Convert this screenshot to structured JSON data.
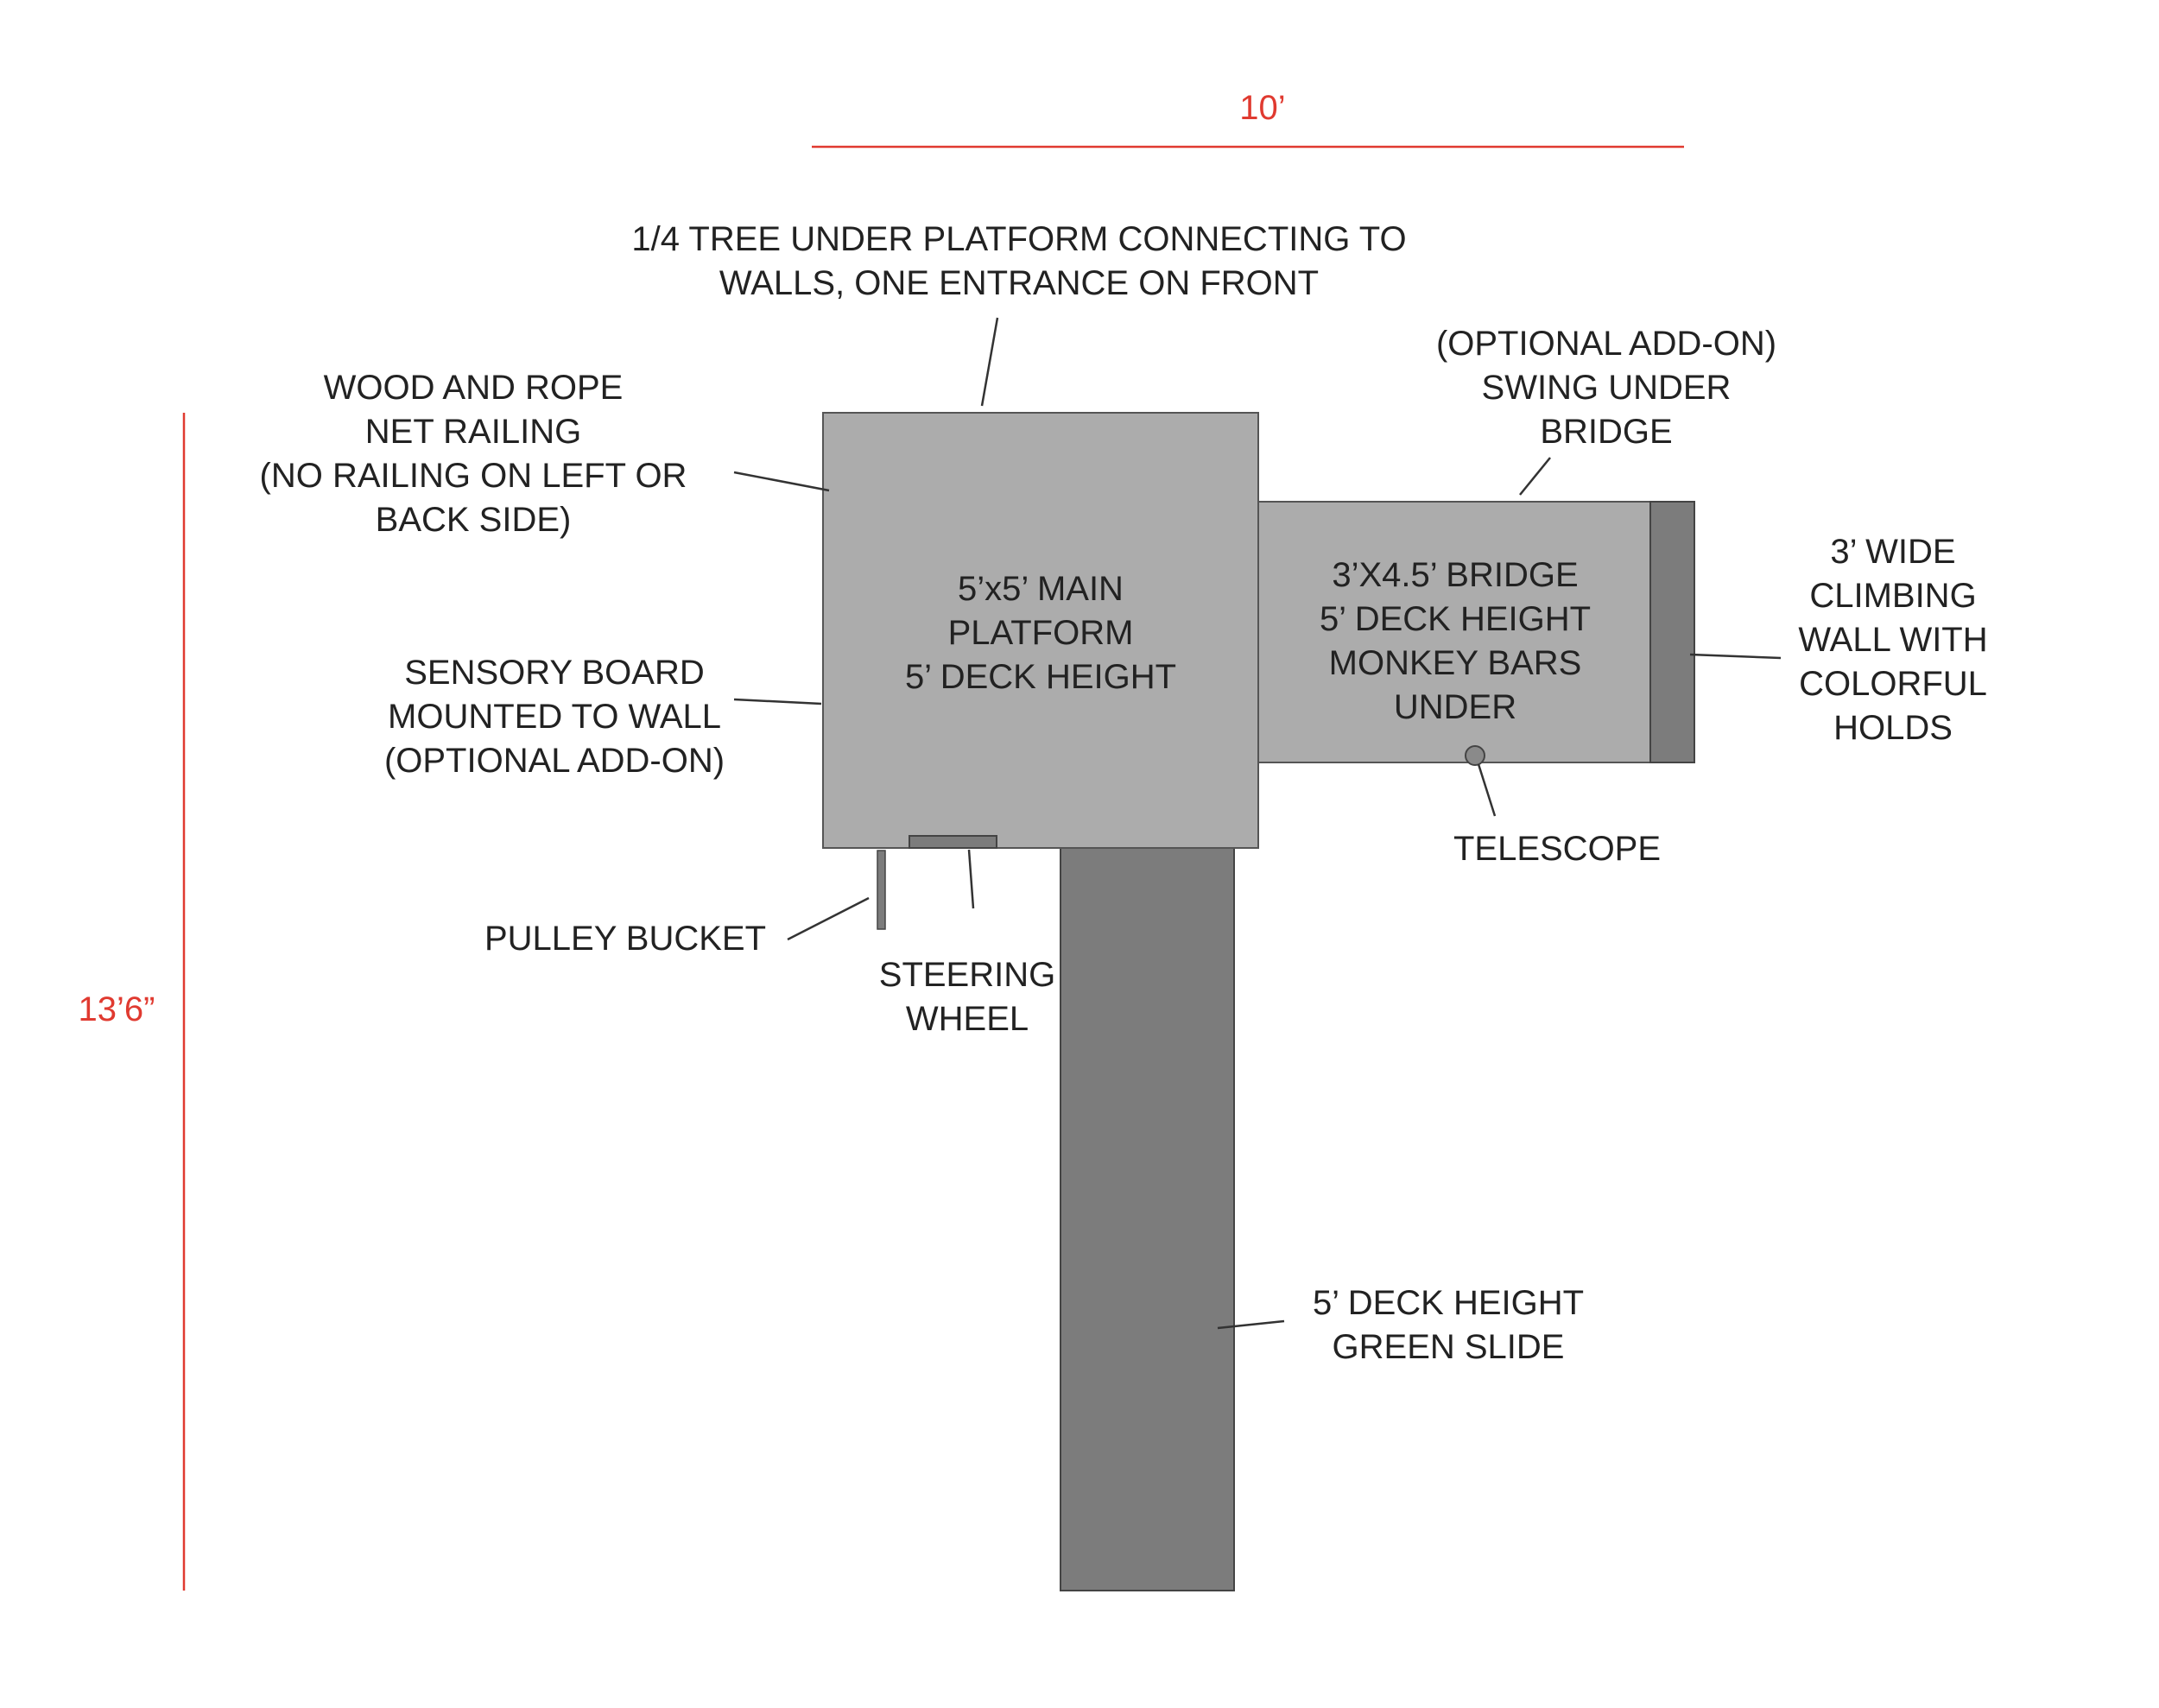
{
  "colors": {
    "dimension": "#e03a30",
    "main_platform": "#acacac",
    "bridge": "#acacac",
    "climbing_wall": "#7c7c7c",
    "slide": "#7c7c7c",
    "steering_wheel": "#7c7c7c",
    "telescope": "#8a8a8a",
    "leader_line": "#333333",
    "outline": "#555555"
  },
  "dimensions": {
    "width": "10’",
    "height": "13’6”"
  },
  "components": {
    "main_platform": [
      "5’x5’ MAIN",
      "PLATFORM",
      "5’ DECK HEIGHT"
    ],
    "bridge": [
      "3’X4.5’ BRIDGE",
      "5’ DECK HEIGHT",
      "MONKEY BARS",
      "UNDER"
    ]
  },
  "callouts": {
    "tree": [
      "1/4 TREE UNDER PLATFORM CONNECTING TO",
      "WALLS, ONE ENTRANCE ON FRONT"
    ],
    "railing": [
      "WOOD AND ROPE",
      "NET RAILING",
      "(NO RAILING ON LEFT OR",
      "BACK SIDE)"
    ],
    "swing": [
      "(OPTIONAL ADD-ON)",
      "SWING UNDER",
      "BRIDGE"
    ],
    "climbing_wall": [
      "3’ WIDE",
      "CLIMBING",
      "WALL WITH",
      "COLORFUL",
      "HOLDS"
    ],
    "sensory_board": [
      "SENSORY BOARD",
      "MOUNTED TO WALL",
      "(OPTIONAL ADD-ON)"
    ],
    "telescope": [
      "TELESCOPE"
    ],
    "pulley_bucket": [
      "PULLEY BUCKET"
    ],
    "steering_wheel": [
      "STEERING",
      "WHEEL"
    ],
    "slide": [
      "5’ DECK HEIGHT",
      "GREEN SLIDE"
    ]
  }
}
